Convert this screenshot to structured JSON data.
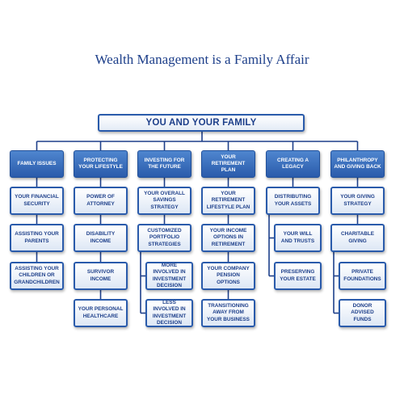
{
  "title": "Wealth Management is a Family Affair",
  "root": "YOU AND YOUR FAMILY",
  "columns": [
    {
      "header": "FAMILY ISSUES",
      "items": [
        "YOUR FINANCIAL SECURITY",
        "ASSISTING YOUR PARENTS",
        "ASSISTING YOUR CHILDREN OR GRANDCHILDREN"
      ]
    },
    {
      "header": "PROTECTING YOUR LIFESTYLE",
      "items": [
        "POWER OF ATTORNEY",
        "DISABILITY INCOME",
        "SURVIVOR INCOME",
        "YOUR PERSONAL HEALTHCARE"
      ]
    },
    {
      "header": "INVESTING FOR THE FUTURE",
      "items": [
        "YOUR OVERALL SAVINGS STRATEGY",
        "CUSTOMIZED PORTFOLIO STRATEGIES",
        "MORE INVOLVED IN INVESTMENT DECISION",
        "LESS INVOLVED IN INVESTMENT DECISION"
      ]
    },
    {
      "header": "YOUR RETIREMENT PLAN",
      "items": [
        "YOUR RETIREMENT LIFESTYLE PLAN",
        "YOUR INCOME OPTIONS IN RETIREMENT",
        "YOUR COMPANY PENSION OPTIONS",
        "TRANSITIONING AWAY FROM YOUR BUSINESS"
      ]
    },
    {
      "header": "CREATING A LEGACY",
      "items": [
        "DISTRIBUTING YOUR ASSETS",
        "YOUR WILL AND TRUSTS",
        "PRESERVING YOUR ESTATE"
      ]
    },
    {
      "header": "PHILANTHROPY AND GIVING BACK",
      "items": [
        "YOUR GIVING STRATEGY",
        "CHARITABLE GIVING",
        "PRIVATE FOUNDATIONS",
        "DONOR ADVISED FUNDS"
      ]
    }
  ],
  "colors": {
    "title": "#1d3f8a",
    "header_fill": "#2a5bab",
    "border": "#2a5bab",
    "line": "#1d3f8a"
  }
}
